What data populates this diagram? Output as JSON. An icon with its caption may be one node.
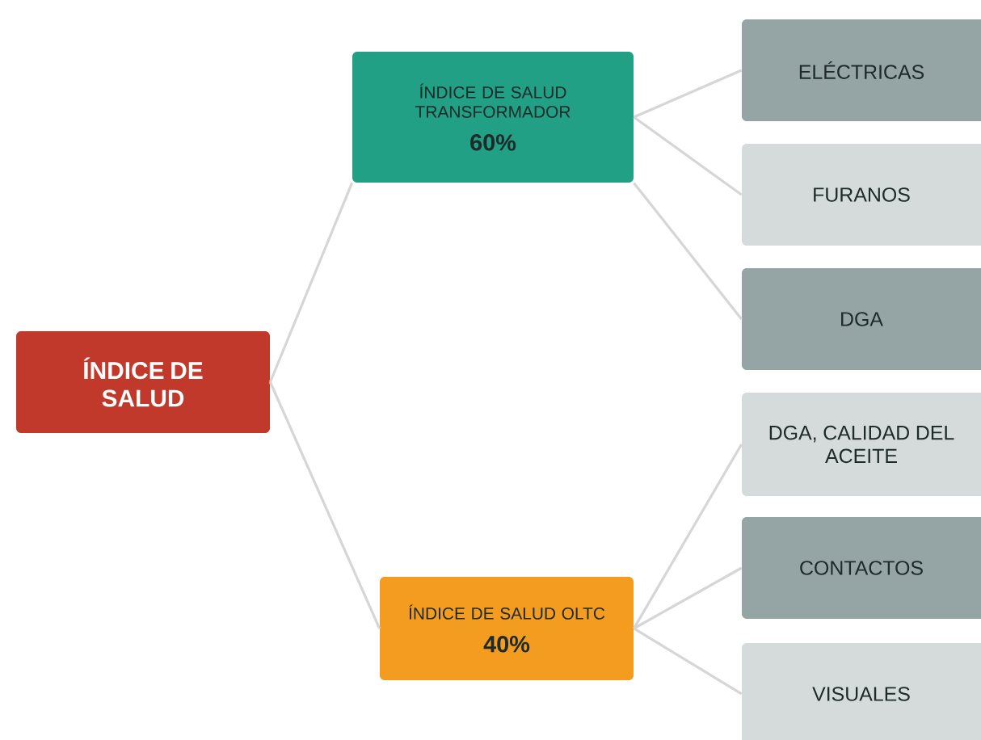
{
  "diagram": {
    "nodes": [
      {
        "text": [
          "ÍNDICE DE SALUD"
        ]
      },
      {
        "text": [
          "ÍNDICE DE SALUD TRANSFORMADOR",
          "60%"
        ]
      },
      {
        "text": [
          "ÍNDICE DE SALUD OLTC",
          "40%"
        ]
      },
      {
        "text": [
          "ELÉCTRICAS"
        ]
      },
      {
        "text": [
          "FURANOS"
        ]
      },
      {
        "text": [
          "DGA"
        ]
      },
      {
        "text": [
          "DGA, CALIDAD DEL ACEITE"
        ]
      },
      {
        "text": [
          "CONTACTOS"
        ]
      },
      {
        "text": [
          "VISUALES"
        ]
      }
    ],
    "edges": [
      {
        "from": 0,
        "to": 1,
        "arrow": "none"
      },
      {
        "from": 0,
        "to": 2,
        "arrow": "none"
      },
      {
        "from": 1,
        "to": 3,
        "arrow": "none"
      },
      {
        "from": 1,
        "to": 4,
        "arrow": "none"
      },
      {
        "from": 1,
        "to": 5,
        "arrow": "none"
      },
      {
        "from": 2,
        "to": 6,
        "arrow": "none"
      },
      {
        "from": 2,
        "to": 7,
        "arrow": "none"
      },
      {
        "from": 2,
        "to": 8,
        "arrow": "none"
      }
    ]
  }
}
